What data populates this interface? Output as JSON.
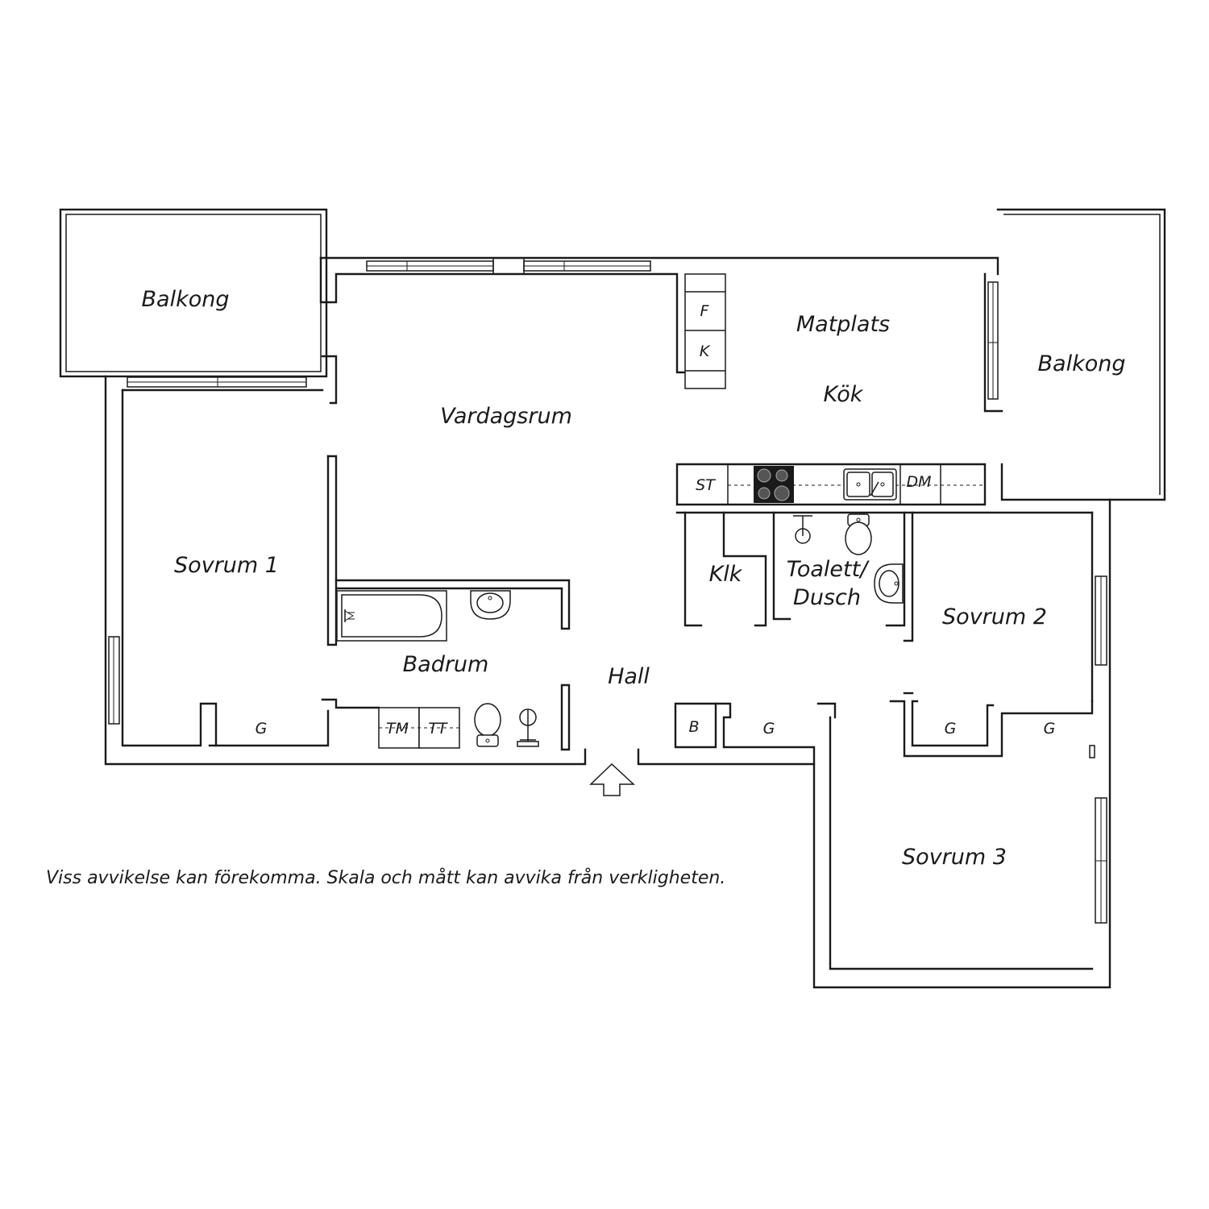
{
  "rooms": {
    "balkong_left": "Balkong",
    "balkong_right": "Balkong",
    "vardagsrum": "Vardagsrum",
    "matplats": "Matplats",
    "kok": "Kök",
    "sovrum1": "Sovrum 1",
    "sovrum2": "Sovrum 2",
    "sovrum3": "Sovrum 3",
    "badrum": "Badrum",
    "hall": "Hall",
    "klk": "Klk",
    "toalett_line1": "Toalett/",
    "toalett_line2": "Dusch"
  },
  "fixtures": {
    "fridge": "F",
    "freezer": "K",
    "stove_cabinet": "ST",
    "dishwasher": "DM",
    "washing_machine": "TM",
    "tumble_dryer": "TT",
    "wardrobe": "G",
    "storage": "B"
  },
  "disclaimer": "Viss avvikelse kan förekomma. Skala och mått kan avvika från verkligheten."
}
